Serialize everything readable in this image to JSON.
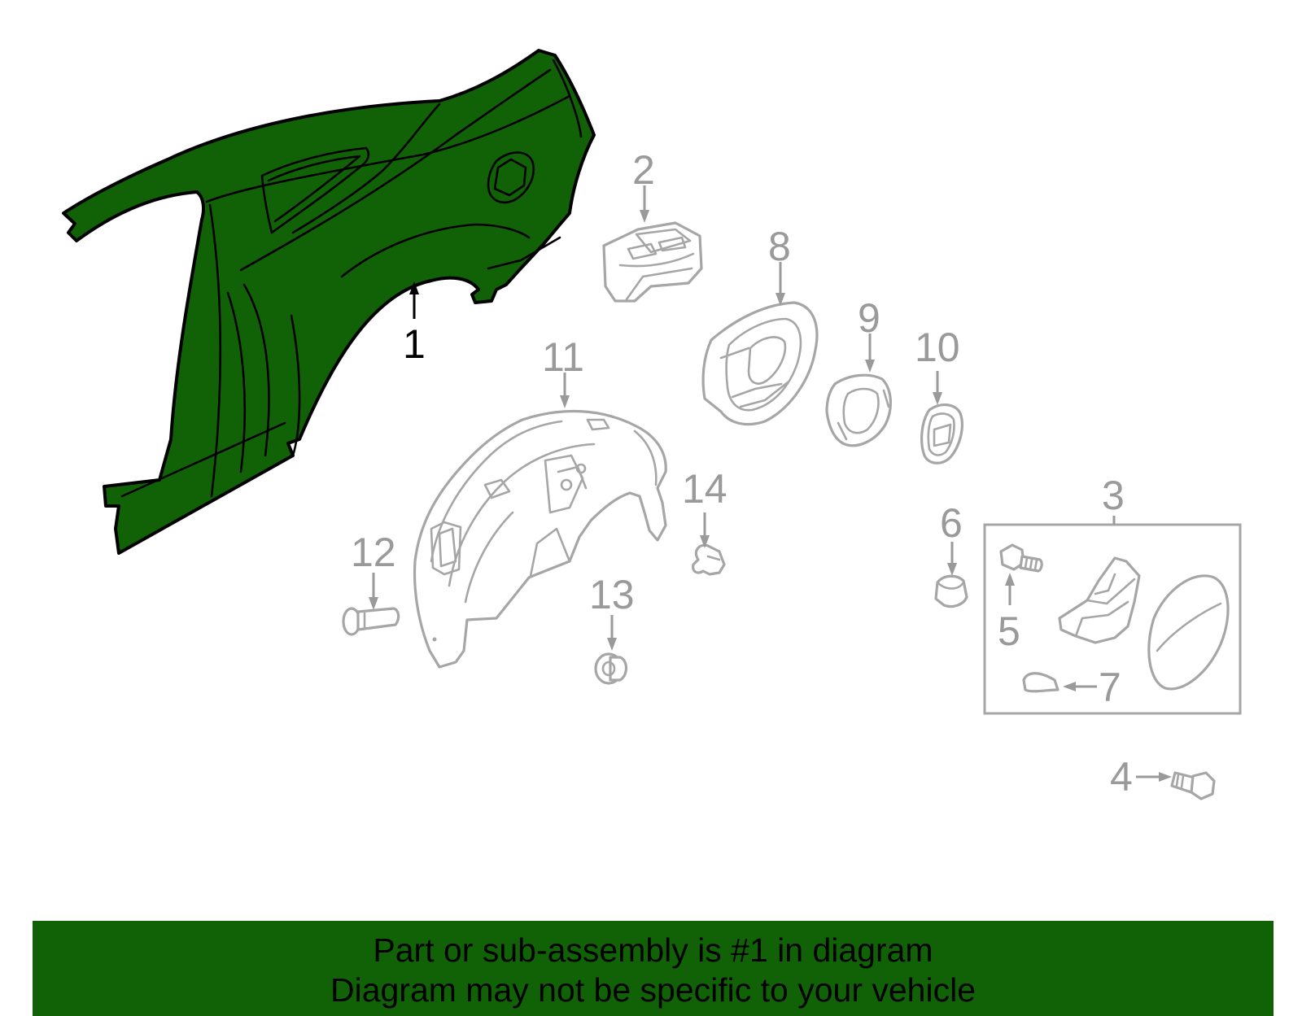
{
  "diagram": {
    "colors": {
      "highlight_part": "#116207",
      "other_parts": "#a6a6a6",
      "callout_text": "#9a9a9a",
      "highlight_callout": "#000000",
      "banner_background": "#116207",
      "banner_text": "#000000"
    },
    "callouts": {
      "c1": "1",
      "c2": "2",
      "c3": "3",
      "c4": "4",
      "c5": "5",
      "c6": "6",
      "c7": "7",
      "c8": "8",
      "c9": "9",
      "c10": "10",
      "c11": "11",
      "c12": "12",
      "c13": "13",
      "c14": "14"
    },
    "highlighted_callout": "1"
  },
  "banner": {
    "line1": "Part or sub-assembly is #1 in diagram",
    "line2": "Diagram may not be specific to your vehicle"
  }
}
